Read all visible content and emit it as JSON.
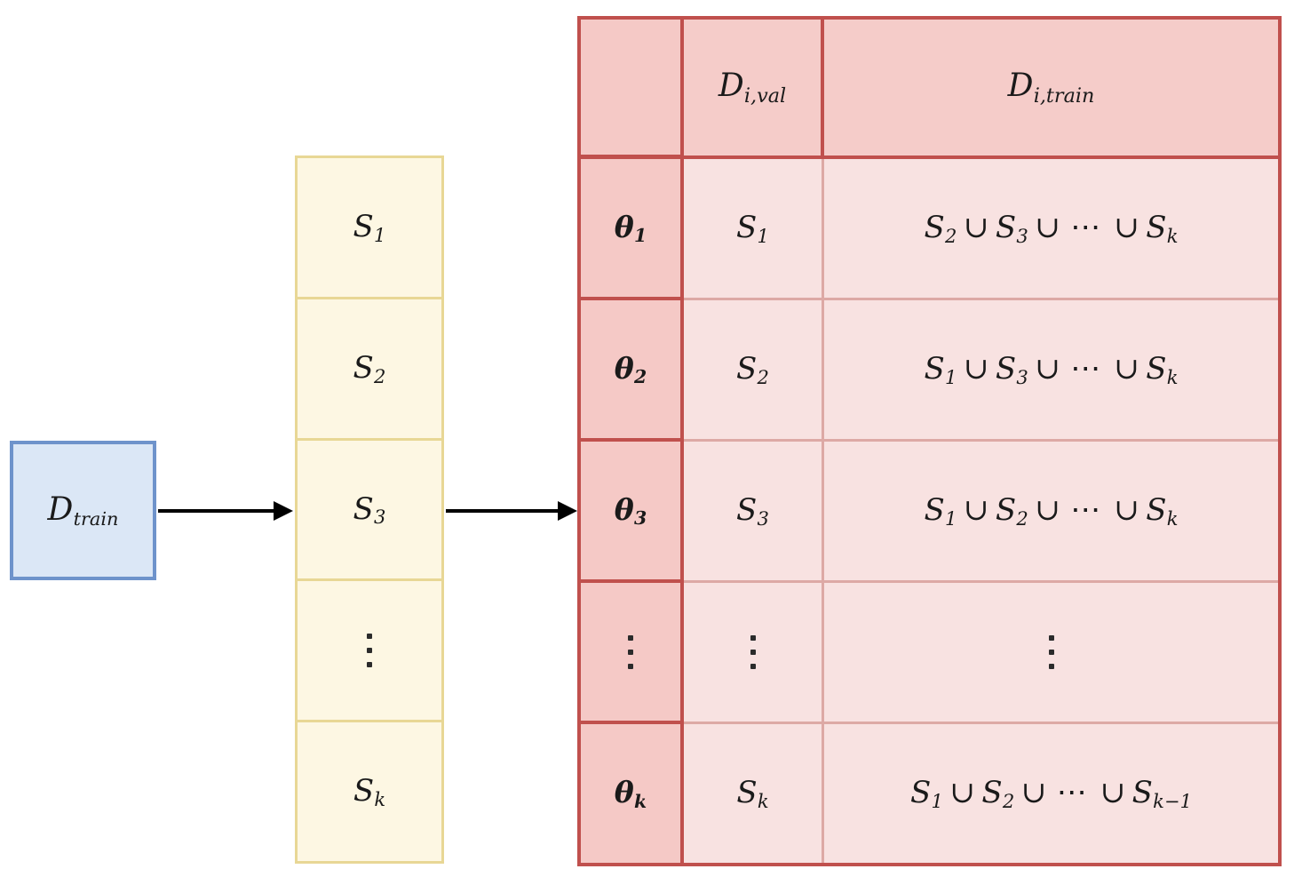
{
  "diagram": {
    "title": "k-fold cross-validation split diagram",
    "colors": {
      "source_fill": "#dbe7f6",
      "source_border": "#6e93cb",
      "folds_fill": "#fdf7e3",
      "folds_border": "#e8d795",
      "table_border": "#c0504d",
      "table_header_fill": "#f5ccc9",
      "theta_column_fill": "#f5c9c6",
      "table_body_fill": "#f8e2e1",
      "table_inner_rule": "#dda9a5",
      "arrow": "#000000"
    }
  },
  "source": {
    "label_base": "D",
    "label_sub": "train"
  },
  "arrows": [
    {
      "name": "source-to-folds",
      "from": "D_train",
      "to": "folds-column"
    },
    {
      "name": "folds-to-table",
      "from": "folds-column",
      "to": "cv-table"
    }
  ],
  "folds": {
    "items": [
      {
        "base": "S",
        "sub": "1",
        "dots": false
      },
      {
        "base": "S",
        "sub": "2",
        "dots": false
      },
      {
        "base": "S",
        "sub": "3",
        "dots": false
      },
      {
        "base": "",
        "sub": "",
        "dots": true
      },
      {
        "base": "S",
        "sub": "k",
        "dots": false
      }
    ]
  },
  "table": {
    "header": {
      "theta": "",
      "val_base": "D",
      "val_sub": "i,val",
      "train_base": "D",
      "train_sub": "i,train"
    },
    "rows": [
      {
        "theta_base": "θ",
        "theta_sub": "1",
        "theta_dots": false,
        "val_base": "S",
        "val_sub": "1",
        "val_dots": false,
        "train_dots": false,
        "train_terms": [
          {
            "base": "S",
            "sub": "2"
          },
          {
            "base": "S",
            "sub": "3"
          }
        ],
        "train_last": {
          "base": "S",
          "sub": "k"
        },
        "train_text": "S₂ ∪ S₃ ∪ ⋯ ∪ Sₖ"
      },
      {
        "theta_base": "θ",
        "theta_sub": "2",
        "theta_dots": false,
        "val_base": "S",
        "val_sub": "2",
        "val_dots": false,
        "train_dots": false,
        "train_terms": [
          {
            "base": "S",
            "sub": "1"
          },
          {
            "base": "S",
            "sub": "3"
          }
        ],
        "train_last": {
          "base": "S",
          "sub": "k"
        },
        "train_text": "S₁ ∪ S₃ ∪ ⋯ ∪ Sₖ"
      },
      {
        "theta_base": "θ",
        "theta_sub": "3",
        "theta_dots": false,
        "val_base": "S",
        "val_sub": "3",
        "val_dots": false,
        "train_dots": false,
        "train_terms": [
          {
            "base": "S",
            "sub": "1"
          },
          {
            "base": "S",
            "sub": "2"
          }
        ],
        "train_last": {
          "base": "S",
          "sub": "k"
        },
        "train_text": "S₁ ∪ S₂ ∪ ⋯ ∪ Sₖ"
      },
      {
        "theta_base": "",
        "theta_sub": "",
        "theta_dots": true,
        "val_base": "",
        "val_sub": "",
        "val_dots": true,
        "train_dots": true,
        "train_terms": [],
        "train_last": null,
        "train_text": "⋮"
      },
      {
        "theta_base": "θ",
        "theta_sub": "k",
        "theta_dots": false,
        "val_base": "S",
        "val_sub": "k",
        "val_dots": false,
        "train_dots": false,
        "train_terms": [
          {
            "base": "S",
            "sub": "1"
          },
          {
            "base": "S",
            "sub": "2"
          }
        ],
        "train_last": {
          "base": "S",
          "sub": "k−1"
        },
        "train_text": "S₁ ∪ S₂ ∪ ⋯ ∪ Sₖ₋₁"
      }
    ],
    "union_symbol": "∪",
    "ellipsis": "⋯"
  }
}
